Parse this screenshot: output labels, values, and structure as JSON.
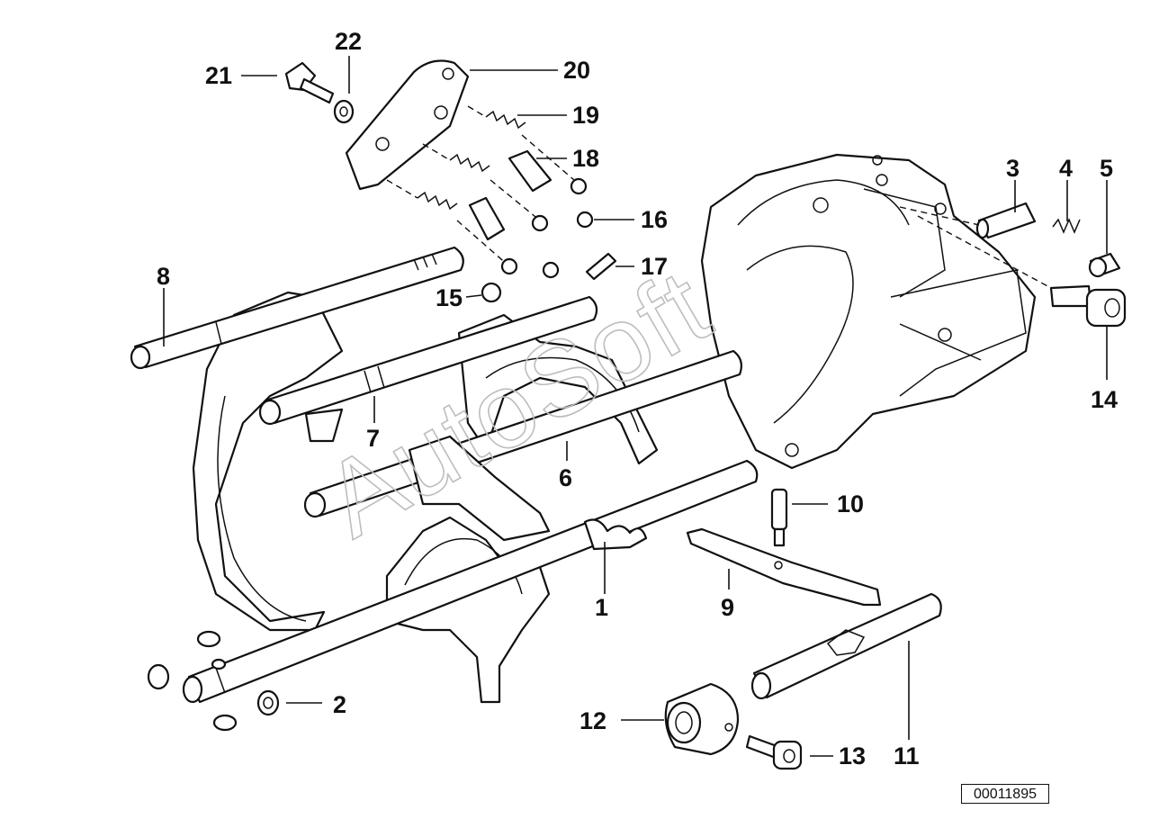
{
  "diagram": {
    "watermark": "AutoSoft",
    "reference_number": "00011895",
    "callouts": [
      "1",
      "2",
      "3",
      "4",
      "5",
      "6",
      "7",
      "8",
      "9",
      "10",
      "11",
      "12",
      "13",
      "14",
      "15",
      "16",
      "17",
      "18",
      "19",
      "20",
      "21",
      "22"
    ]
  },
  "colors": {
    "line": "#111111",
    "background": "#ffffff",
    "watermark_stroke": "#bdbdbd"
  }
}
